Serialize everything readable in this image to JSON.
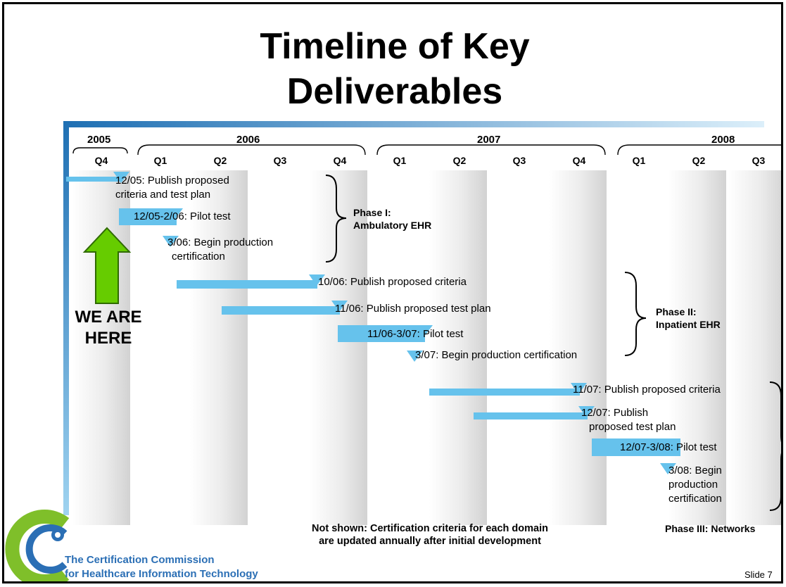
{
  "title_line1": "Timeline of Key",
  "title_line2": "Deliverables",
  "years": [
    "2005",
    "2006",
    "2007",
    "2008"
  ],
  "quarters": [
    "Q4",
    "Q1",
    "Q2",
    "Q3",
    "Q4",
    "Q1",
    "Q2",
    "Q3",
    "Q4",
    "Q1",
    "Q2",
    "Q3"
  ],
  "milestones": {
    "m1_line1": "12/05: Publish proposed",
    "m1_line2": "criteria and test plan",
    "m2": "12/05-2/06: Pilot test",
    "m3_line1": "3/06: Begin production",
    "m3_line2": "certification",
    "m4": "10/06: Publish proposed criteria",
    "m5": "11/06: Publish proposed test plan",
    "m6": "11/06-3/07: Pilot test",
    "m7": "3/07: Begin production certification",
    "m8": "11/07: Publish proposed criteria",
    "m9_line1": "12/07: Publish",
    "m9_line2": "proposed test plan",
    "m10": "12/07-3/08: Pilot test",
    "m11_line1": "3/08: Begin",
    "m11_line2": "production",
    "m11_line3": "certification"
  },
  "phases": {
    "p1_line1": "Phase I:",
    "p1_line2": "Ambulatory EHR",
    "p2_line1": "Phase II:",
    "p2_line2": "Inpatient EHR",
    "p3": "Phase III: Networks"
  },
  "we_are_here_line1": "WE ARE",
  "we_are_here_line2": "HERE",
  "note_line1": "Not shown: Certification criteria for each domain",
  "note_line2": "are updated annually after initial development",
  "org_line1": "The Certification Commission",
  "org_line2": "for Healthcare Information Technology",
  "slide_label": "Slide 7",
  "colors": {
    "bar": "#66c2ec",
    "bar_shadow": "#3a8fc6",
    "arrow": "#66cc00",
    "org_text": "#2b6fb5",
    "logo_green": "#7fbf2a",
    "logo_blue": "#2b6fb5"
  }
}
